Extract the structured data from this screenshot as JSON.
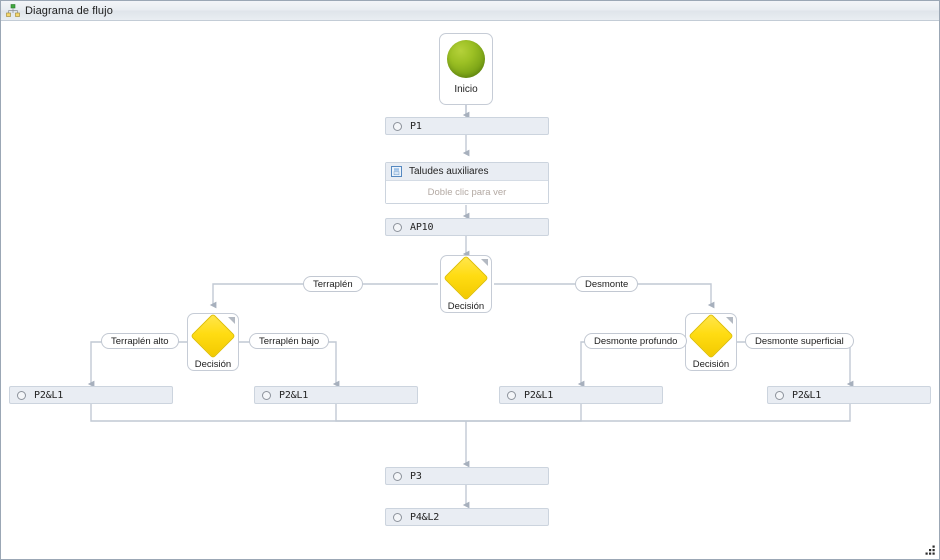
{
  "window": {
    "title": "Diagrama de flujo",
    "title_icon": "flowchart-icon",
    "grip_icon": "resize-grip-icon"
  },
  "colors": {
    "bar_fill": "#e9edf3",
    "bar_border": "#ccd4de",
    "start_green": "#9cc024",
    "decision_yellow": "#ffdc12",
    "edge_line": "#b9c2cf",
    "canvas_bg": "#ffffff",
    "hint_text": "#b3a9a3"
  },
  "nodes": {
    "start": {
      "label": "Inicio",
      "shape": "circle",
      "icon": "start-circle-icon"
    },
    "p1": {
      "label": "P1",
      "shape": "bar",
      "icon": "bullet-icon"
    },
    "subprocess": {
      "title": "Taludes auxiliares",
      "hint": "Doble clic para ver",
      "icon": "subprocess-icon"
    },
    "ap10": {
      "label": "AP10",
      "shape": "bar",
      "icon": "bullet-icon"
    },
    "decision_main": {
      "label": "Decisión",
      "shape": "diamond"
    },
    "decision_left": {
      "label": "Decisión",
      "shape": "diamond"
    },
    "decision_right": {
      "label": "Decisión",
      "shape": "diamond"
    },
    "p2l1_a": {
      "label": "P2&L1",
      "shape": "bar",
      "icon": "bullet-icon"
    },
    "p2l1_b": {
      "label": "P2&L1",
      "shape": "bar",
      "icon": "bullet-icon"
    },
    "p2l1_c": {
      "label": "P2&L1",
      "shape": "bar",
      "icon": "bullet-icon"
    },
    "p2l1_d": {
      "label": "P2&L1",
      "shape": "bar",
      "icon": "bullet-icon"
    },
    "p3": {
      "label": "P3",
      "shape": "bar",
      "icon": "bullet-icon"
    },
    "p4l2": {
      "label": "P4&L2",
      "shape": "bar",
      "icon": "bullet-icon"
    }
  },
  "edge_labels": {
    "terraplen": "Terraplén",
    "desmonte": "Desmonte",
    "terraplen_alto": "Terraplén alto",
    "terraplen_bajo": "Terraplén bajo",
    "desmonte_profundo": "Desmonte profundo",
    "desmonte_superficial": "Desmonte superficial"
  }
}
